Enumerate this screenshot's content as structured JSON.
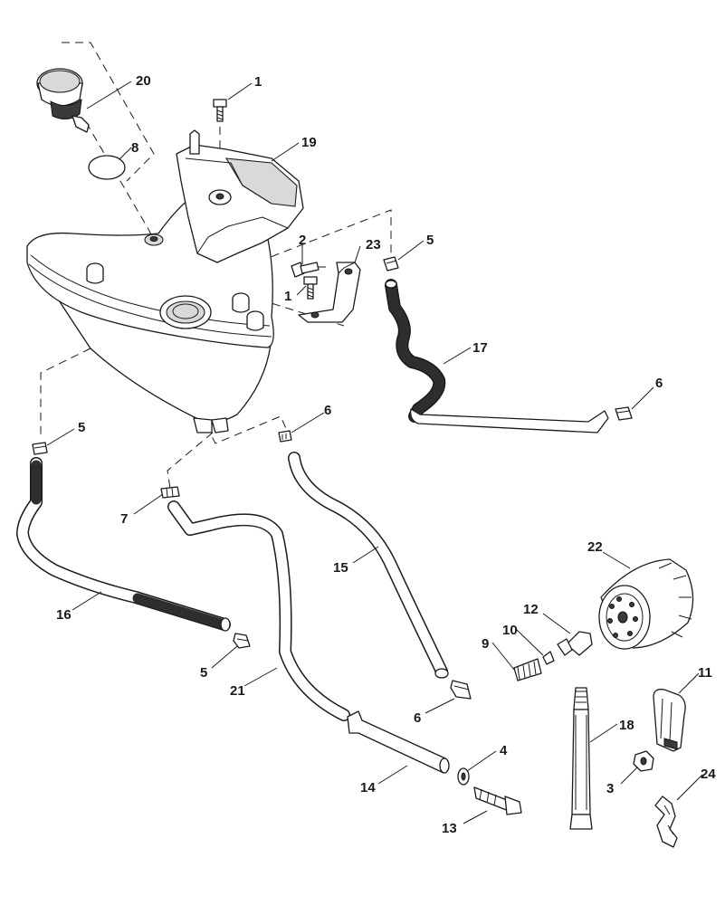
{
  "diagram": {
    "title": "Oil tank and oil line assembly (exploded view)",
    "callouts": {
      "c1_top": "1",
      "c1_mid": "1",
      "c2": "2",
      "c3": "3",
      "c4": "4",
      "c5_top": "5",
      "c5_left": "5",
      "c5_bottom": "5",
      "c6_right": "6",
      "c6_mid": "6",
      "c6_bottom": "6",
      "c7": "7",
      "c8": "8",
      "c9": "9",
      "c10": "10",
      "c11": "11",
      "c12": "12",
      "c13": "13",
      "c14": "14",
      "c15": "15",
      "c16": "16",
      "c17": "17",
      "c18": "18",
      "c19": "19",
      "c20": "20",
      "c21": "21",
      "c22": "22",
      "c23": "23",
      "c24": "24"
    }
  }
}
